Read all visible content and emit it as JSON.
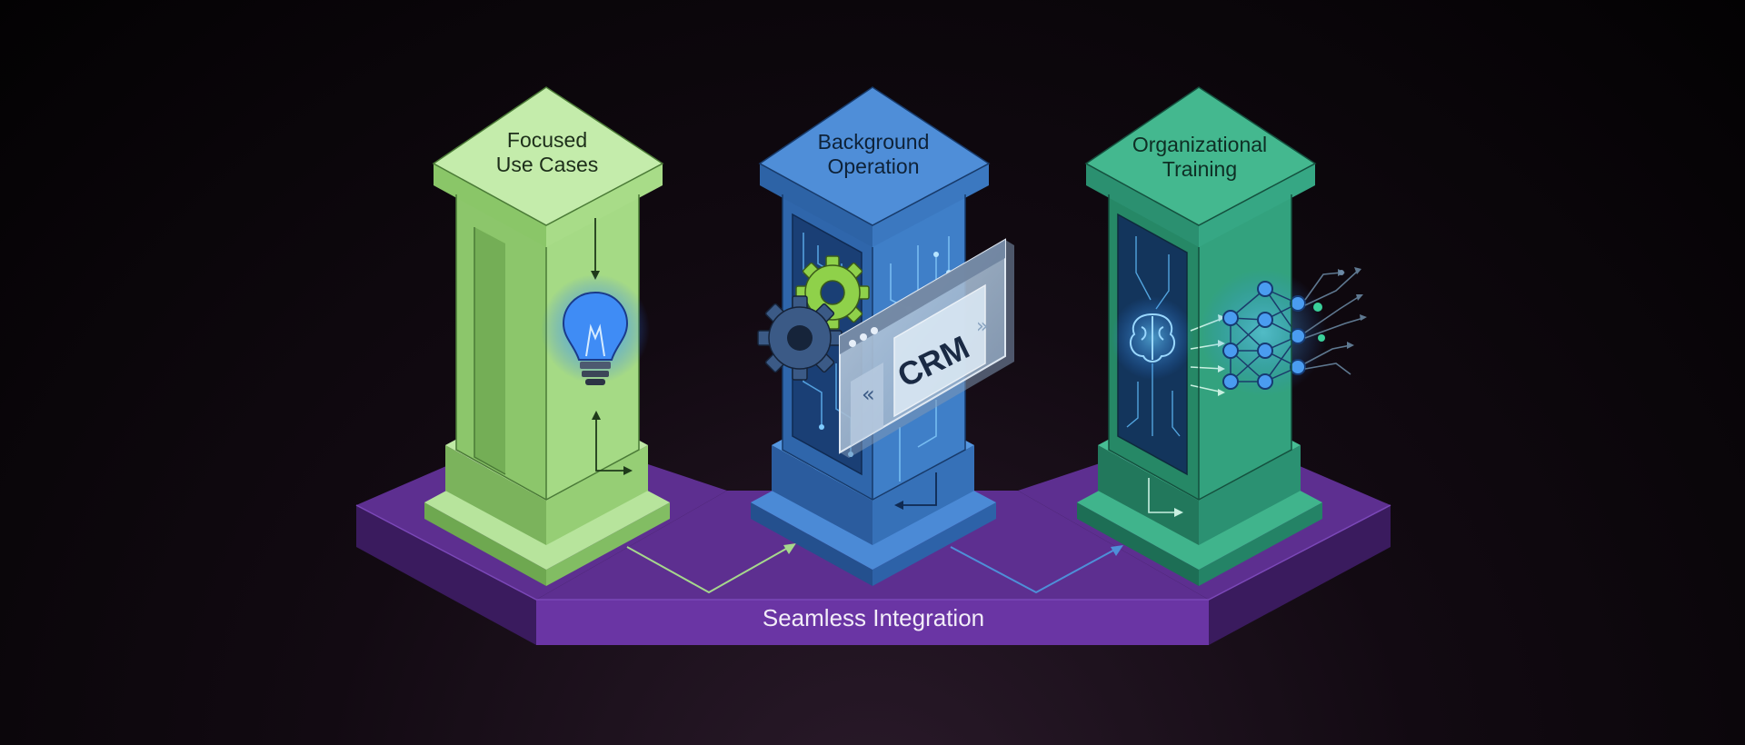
{
  "pillars": [
    {
      "title_line1": "Focused",
      "title_line2": "Use Cases",
      "icon": "lightbulb-icon"
    },
    {
      "title_line1": "Background",
      "title_line2": "Operation",
      "icon": "gear-icon"
    },
    {
      "title_line1": "Organizational",
      "title_line2": "Training",
      "icon": "neural-network-icon"
    }
  ],
  "crm_window": {
    "label": "CRM"
  },
  "platform": {
    "label": "Seamless Integration"
  },
  "colors": {
    "green": "#a6dc85",
    "blue": "#3a7ac4",
    "teal": "#35a682",
    "platform": "#5a2e8c",
    "glow": "#4ab0ff"
  }
}
